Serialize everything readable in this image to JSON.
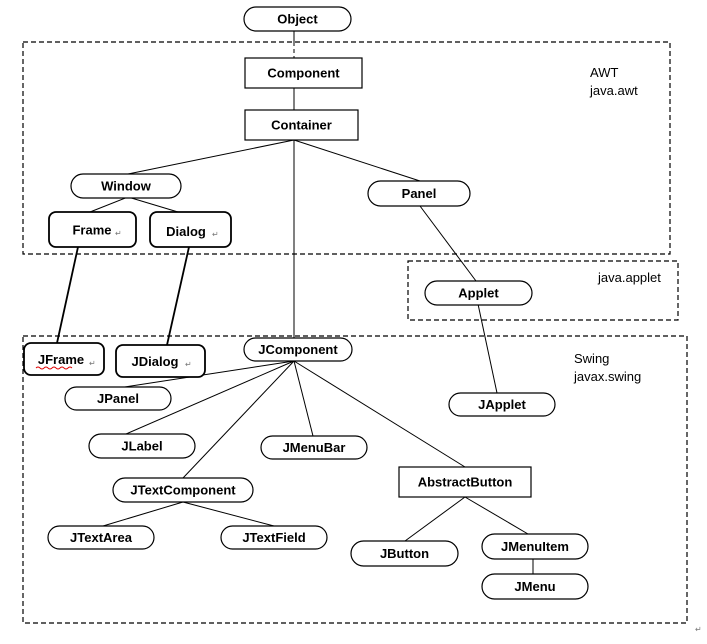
{
  "packages": {
    "awt": {
      "name": "AWT",
      "package": "java.awt"
    },
    "applet": {
      "name": "java.applet"
    },
    "swing": {
      "name": "Swing",
      "package": "javax.swing"
    }
  },
  "nodes": {
    "object": "Object",
    "component": "Component",
    "container": "Container",
    "window": "Window",
    "panel": "Panel",
    "frame": "Frame",
    "dialog": "Dialog",
    "applet": "Applet",
    "jframe": "JFrame",
    "jdialog": "JDialog",
    "jcomponent": "JComponent",
    "jpanel": "JPanel",
    "japplet": "JApplet",
    "jlabel": "JLabel",
    "jmenubar": "JMenuBar",
    "jtextcomponent": "JTextComponent",
    "abstractbutton": "AbstractButton",
    "jtextarea": "JTextArea",
    "jtextfield": "JTextField",
    "jbutton": "JButton",
    "jmenuitem": "JMenuItem",
    "jmenu": "JMenu"
  },
  "paragraph_mark": "↵",
  "colors": {
    "line": "#000000",
    "box_fill": "#ffffff",
    "spellcheck": "#e00000"
  }
}
